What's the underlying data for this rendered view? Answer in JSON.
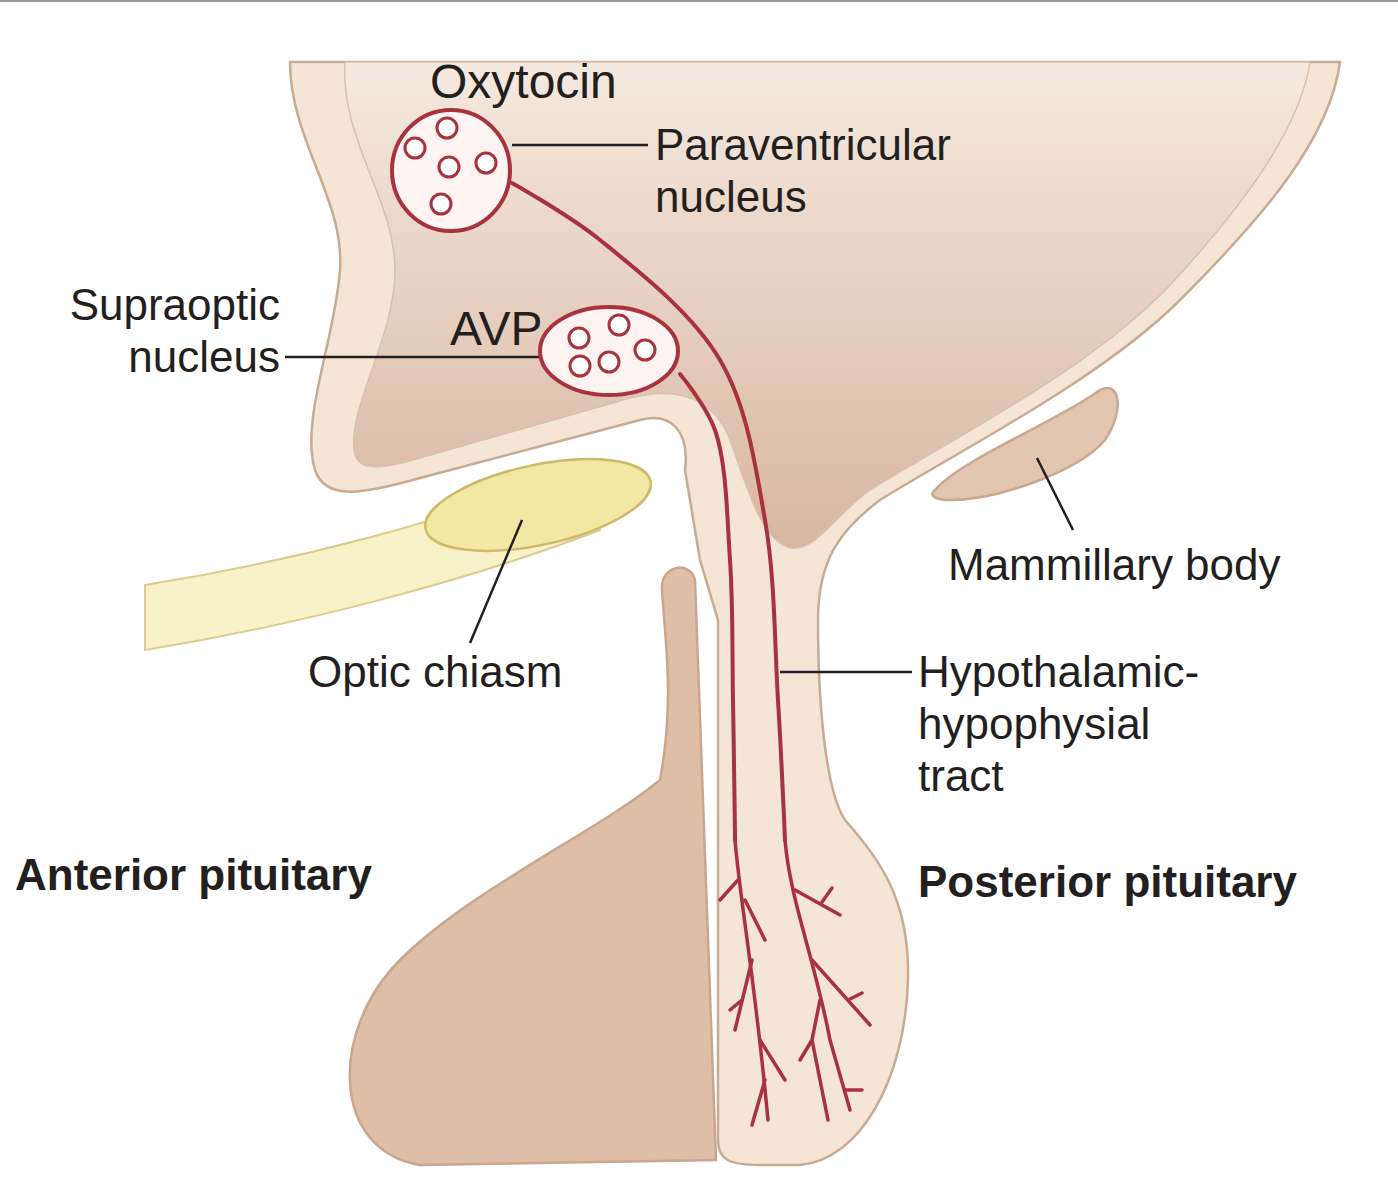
{
  "diagram": {
    "nodes": [
      {
        "text": [
          "Oxytocin"
        ]
      },
      {
        "text": [
          "AVP"
        ]
      },
      {
        "text": [
          "Anterior pituitary"
        ]
      },
      {
        "text": [
          "Posterior pituitary"
        ]
      }
    ],
    "edges": [
      {
        "from": 0,
        "to": 3,
        "arrow": "none",
        "label": "Hypothalamic-hypophysial tract"
      },
      {
        "from": 1,
        "to": 3,
        "arrow": "none"
      }
    ],
    "labels": [
      "Paraventricular nucleus",
      "Supraoptic nucleus",
      "Optic chiasm",
      "Mammillary body"
    ]
  }
}
